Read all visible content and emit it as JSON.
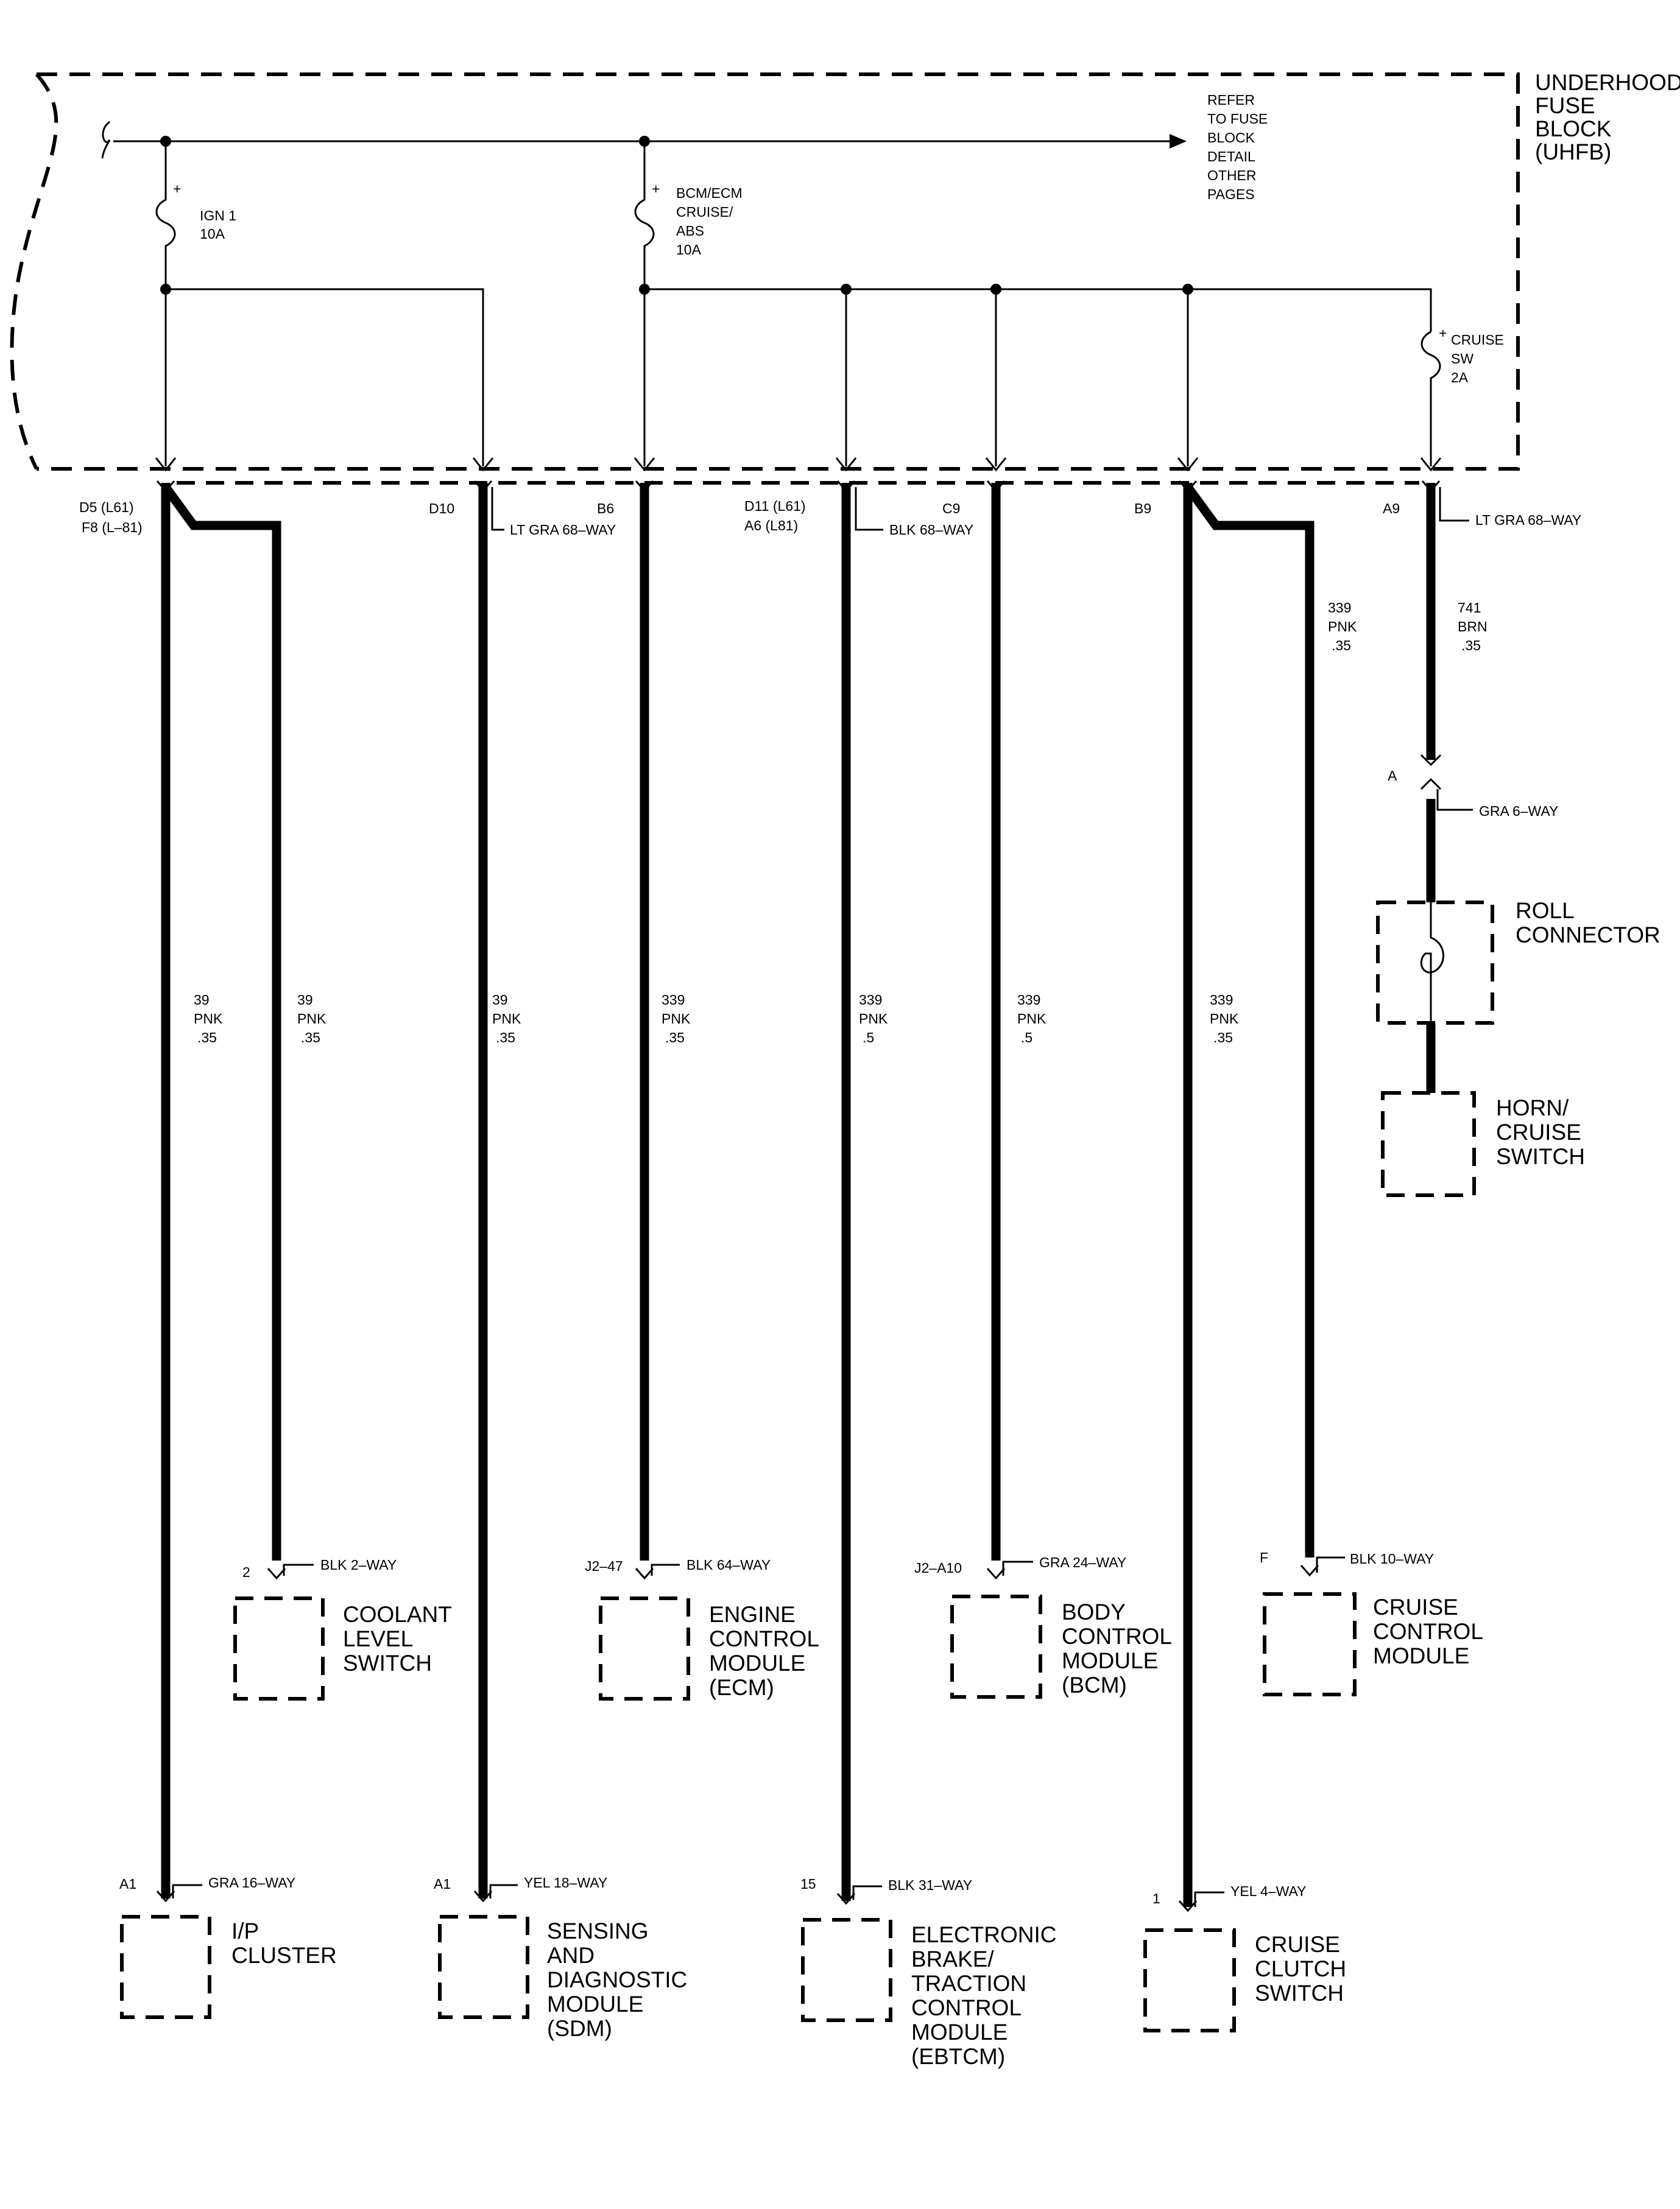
{
  "fuse_block": {
    "title": [
      "UNDERHOOD",
      "FUSE",
      "BLOCK",
      "(UHFB)"
    ],
    "refer_note": [
      "REFER",
      "TO FUSE",
      "BLOCK",
      "DETAIL",
      "OTHER",
      "PAGES"
    ]
  },
  "fuses": [
    {
      "id": "ign1",
      "lines": [
        "IGN 1",
        "10A"
      ]
    },
    {
      "id": "bcm",
      "lines": [
        "BCM/ECM",
        "CRUISE/",
        "ABS",
        "10A"
      ]
    },
    {
      "id": "cruise-sw",
      "lines": [
        "CRUISE",
        "SW",
        "2A"
      ]
    }
  ],
  "uhfb_pins": [
    {
      "id": "p1",
      "lines": [
        "D5 (L61)",
        "F8 (L–81)"
      ]
    },
    {
      "id": "p2",
      "lines": [
        "D10"
      ],
      "connector": "LT GRA 68–WAY"
    },
    {
      "id": "p3",
      "lines": [
        "B6"
      ]
    },
    {
      "id": "p4",
      "lines": [
        "D11 (L61)",
        "A6 (L81)"
      ],
      "connector": "BLK 68–WAY"
    },
    {
      "id": "p5",
      "lines": [
        "C9"
      ]
    },
    {
      "id": "p6",
      "lines": [
        "B9"
      ]
    },
    {
      "id": "p7",
      "lines": [
        "A9"
      ],
      "connector": "LT GRA 68–WAY"
    }
  ],
  "wires": [
    {
      "id": "w-ipc",
      "circuit": "39",
      "color": "PNK",
      "gauge": ".35"
    },
    {
      "id": "w-coolant",
      "circuit": "39",
      "color": "PNK",
      "gauge": ".35"
    },
    {
      "id": "w-sdm",
      "circuit": "39",
      "color": "PNK",
      "gauge": ".35"
    },
    {
      "id": "w-ecm",
      "circuit": "339",
      "color": "PNK",
      "gauge": ".35"
    },
    {
      "id": "w-ebtcm",
      "circuit": "339",
      "color": "PNK",
      "gauge": ".5"
    },
    {
      "id": "w-bcm",
      "circuit": "339",
      "color": "PNK",
      "gauge": ".5"
    },
    {
      "id": "w-clutch",
      "circuit": "339",
      "color": "PNK",
      "gauge": ".35"
    },
    {
      "id": "w-ccm",
      "circuit": "339",
      "color": "PNK",
      "gauge": ".35"
    },
    {
      "id": "w-horn",
      "circuit": "741",
      "color": "BRN",
      "gauge": ".35"
    }
  ],
  "roll_connector": {
    "pin": "A",
    "connector": "GRA 6–WAY",
    "label": [
      "ROLL",
      "CONNECTOR"
    ]
  },
  "components": [
    {
      "id": "horn-cruise-switch",
      "label": [
        "HORN/",
        "CRUISE",
        "SWITCH"
      ]
    },
    {
      "id": "coolant-level-switch",
      "pin": "2",
      "connector": "BLK 2–WAY",
      "label": [
        "COOLANT",
        "LEVEL",
        "SWITCH"
      ]
    },
    {
      "id": "engine-control-module",
      "pin": "J2–47",
      "connector": "BLK 64–WAY",
      "label": [
        "ENGINE",
        "CONTROL",
        "MODULE",
        "(ECM)"
      ]
    },
    {
      "id": "body-control-module",
      "pin": "J2–A10",
      "connector": "GRA 24–WAY",
      "label": [
        "BODY",
        "CONTROL",
        "MODULE",
        "(BCM)"
      ]
    },
    {
      "id": "cruise-control-module",
      "pin": "F",
      "connector": "BLK 10–WAY",
      "label": [
        "CRUISE",
        "CONTROL",
        "MODULE"
      ]
    },
    {
      "id": "ip-cluster",
      "pin": "A1",
      "connector": "GRA 16–WAY",
      "label": [
        "I/P",
        "CLUSTER"
      ]
    },
    {
      "id": "sdm",
      "pin": "A1",
      "connector": "YEL 18–WAY",
      "label": [
        "SENSING",
        "AND",
        "DIAGNOSTIC",
        "MODULE",
        "(SDM)"
      ]
    },
    {
      "id": "ebtcm",
      "pin": "15",
      "connector": "BLK 31–WAY",
      "label": [
        "ELECTRONIC",
        "BRAKE/",
        "TRACTION",
        "CONTROL",
        "MODULE",
        "(EBTCM)"
      ]
    },
    {
      "id": "cruise-clutch-switch",
      "pin": "1",
      "connector": "YEL 4–WAY",
      "label": [
        "CRUISE",
        "CLUTCH",
        "SWITCH"
      ]
    }
  ]
}
